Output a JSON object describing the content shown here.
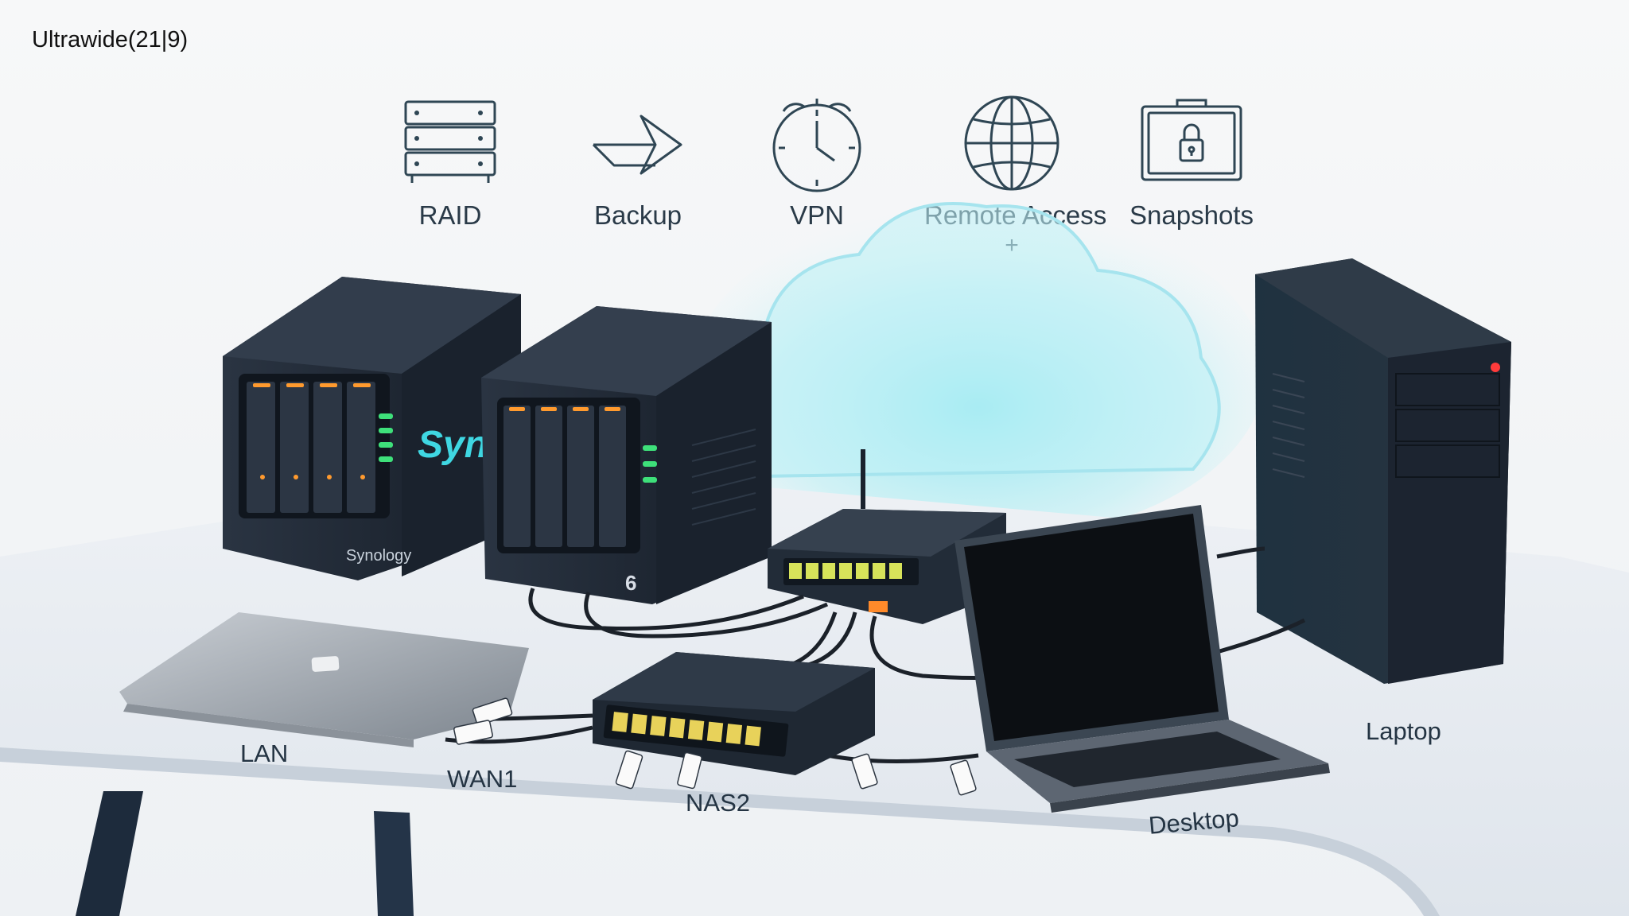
{
  "corner_label": "Ultrawide(21|9)",
  "features": [
    {
      "label": "RAID",
      "icon": "server-rack-icon"
    },
    {
      "label": "Backup",
      "icon": "arrow-right-icon"
    },
    {
      "label": "VPN",
      "icon": "alarm-clock-icon"
    },
    {
      "label": "Remote Access",
      "extra": "+",
      "icon": "globe-icon"
    },
    {
      "label": "Snapshots",
      "icon": "lock-folder-icon"
    }
  ],
  "devices": {
    "nas1_brand": "Syno",
    "nas1_front_brand": "Synology",
    "nas2_model": "6"
  },
  "desk_labels": {
    "lan": "LAN",
    "wan1": "WAN1",
    "nas2": "NAS2",
    "desktop": "Desktop",
    "laptop": "Laptop"
  },
  "colors": {
    "icon_stroke": "#2f4654",
    "nas_body": "#1e2633",
    "led_orange": "#ff9a2e",
    "led_green": "#3ee07a",
    "cloud": "#7fe4ee",
    "table_top": "#e9edf2",
    "table_leg": "#1d2b3c"
  }
}
